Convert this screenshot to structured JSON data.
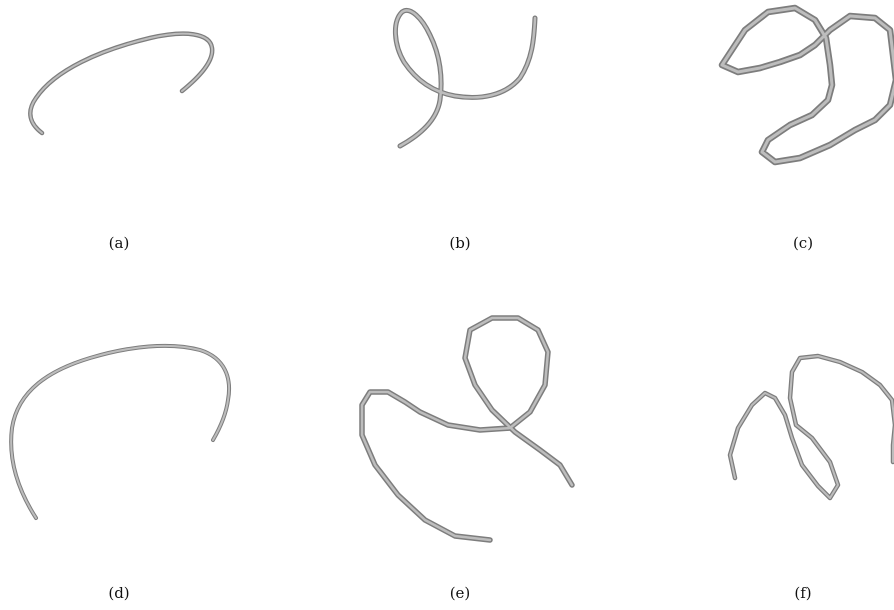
{
  "panels": [
    {
      "id": "a",
      "caption": "(a)"
    },
    {
      "id": "b",
      "caption": "(b)"
    },
    {
      "id": "c",
      "caption": "(c)"
    },
    {
      "id": "d",
      "caption": "(d)"
    },
    {
      "id": "e",
      "caption": "(e)"
    },
    {
      "id": "f",
      "caption": "(f)"
    }
  ]
}
